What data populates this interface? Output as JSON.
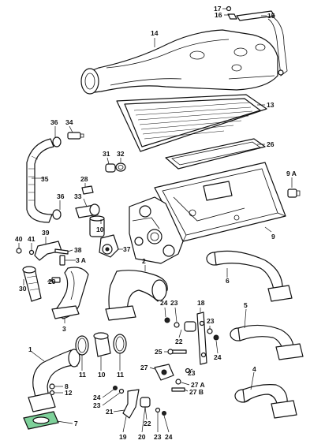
{
  "callouts": {
    "c17": "17",
    "c16": "16",
    "c15": "15",
    "c14": "14",
    "c13": "13",
    "c36a": "36",
    "c34": "34",
    "c31": "31",
    "c32": "32",
    "c26": "26",
    "c9a": "9 A",
    "c35": "35",
    "c28": "28",
    "c33": "33",
    "c36b": "36",
    "c10": "10",
    "c9": "9",
    "c40": "40",
    "c41": "41",
    "c39": "39",
    "c38": "38",
    "c3a": "3 A",
    "c37": "37",
    "c2": "2",
    "c6": "6",
    "c30": "30",
    "c29": "29",
    "c3": "3",
    "c24a": "24",
    "c23a": "23",
    "c18": "18",
    "c5": "5",
    "c22a": "22",
    "c23b": "23",
    "c24b": "24",
    "c1": "1",
    "c11a": "11",
    "c10b": "10",
    "c11b": "11",
    "c25": "25",
    "c27": "27",
    "c27a": "27 A",
    "c23c": "23",
    "c27b": "27 B",
    "c4": "4",
    "c8": "8",
    "c12": "12",
    "c24c": "24",
    "c23d": "23",
    "c21": "21",
    "c22b": "22",
    "c7": "7",
    "c19": "19",
    "c20": "20",
    "c23e": "23",
    "c24d": "24"
  },
  "colors": {
    "line": "#111111",
    "highlight": "#7ed19a",
    "background": "#ffffff"
  }
}
